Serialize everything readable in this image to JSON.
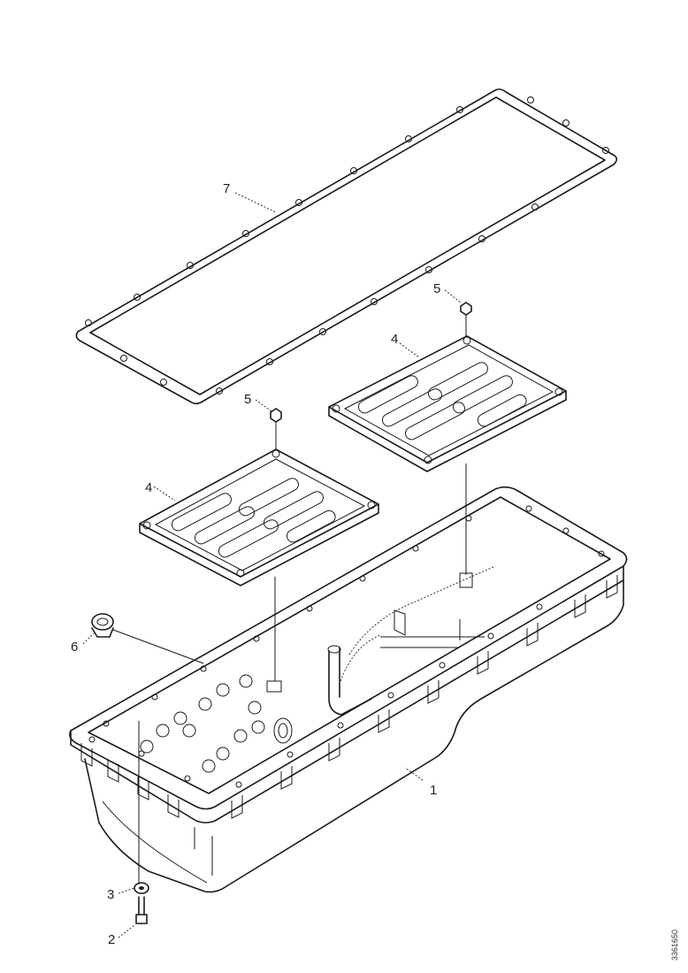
{
  "diagram": {
    "callouts": {
      "c1": "1",
      "c2": "2",
      "c3": "3",
      "c4a": "4",
      "c4b": "4",
      "c5a": "5",
      "c5b": "5",
      "c6": "6",
      "c7": "7"
    },
    "document_id": "3361650"
  }
}
